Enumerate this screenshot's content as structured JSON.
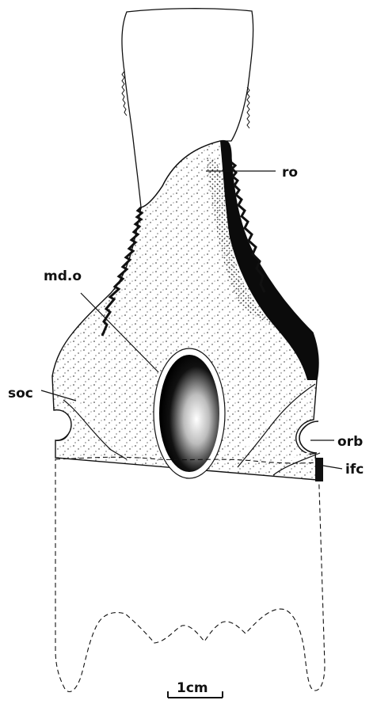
{
  "figure": {
    "labels": {
      "ro": "ro",
      "md_o": "md.o",
      "soc": "soc",
      "orb": "orb",
      "ifc": "ifc"
    },
    "scale_bar": {
      "label": "1cm"
    }
  },
  "colors": {
    "ink": "#111111",
    "paper": "#ffffff"
  }
}
